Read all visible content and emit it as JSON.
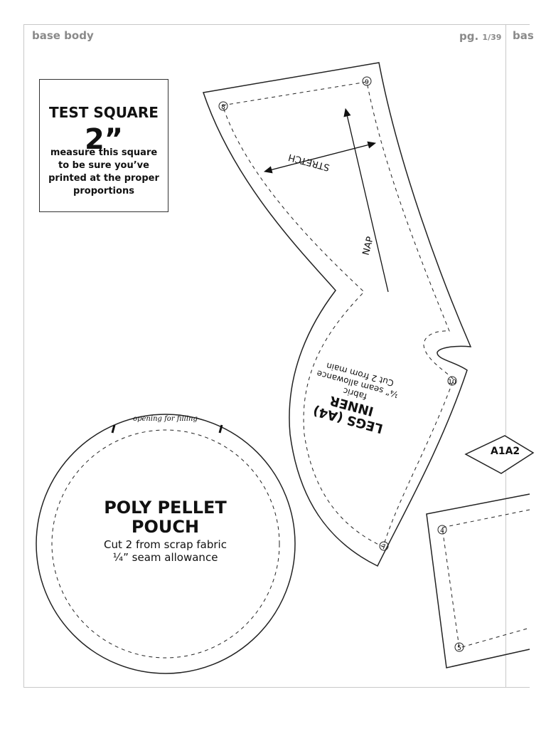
{
  "header": {
    "section_left": "base body",
    "section_right": "bas",
    "page_prefix": "pg.",
    "page_number": "1/39"
  },
  "test_square": {
    "title": "TEST SQUARE",
    "size": "2”",
    "instructions": "measure this square to be sure you’ve printed at the proper proportions"
  },
  "legs_piece": {
    "title": "LEGS (A4)",
    "subtitle": "INNER",
    "line1": "fabric",
    "line2": "¼” seam allowance",
    "line3": "Cut 2 from main",
    "stretch_label": "STRETCH",
    "nap_label": "NAP",
    "markers": [
      "8",
      "9",
      "10",
      "7"
    ]
  },
  "pouch_piece": {
    "opening": "opening for filling",
    "title": "POLY PELLET POUCH",
    "cut": "Cut 2 from scrap fabric",
    "seam": "¼” seam allowance"
  },
  "match_tag": "A1A2",
  "right_piece_markers": [
    "4",
    "5"
  ]
}
